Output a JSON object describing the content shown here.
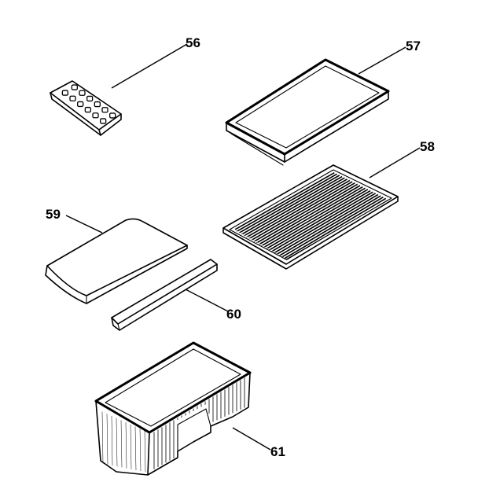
{
  "parts": [
    {
      "id": "ice-tray",
      "label": "56"
    },
    {
      "id": "crisper-cover-tray",
      "label": "57"
    },
    {
      "id": "wire-shelf",
      "label": "58"
    },
    {
      "id": "glass-shelf",
      "label": "59"
    },
    {
      "id": "shelf-trim",
      "label": "60"
    },
    {
      "id": "pan-bin",
      "label": "61"
    }
  ]
}
